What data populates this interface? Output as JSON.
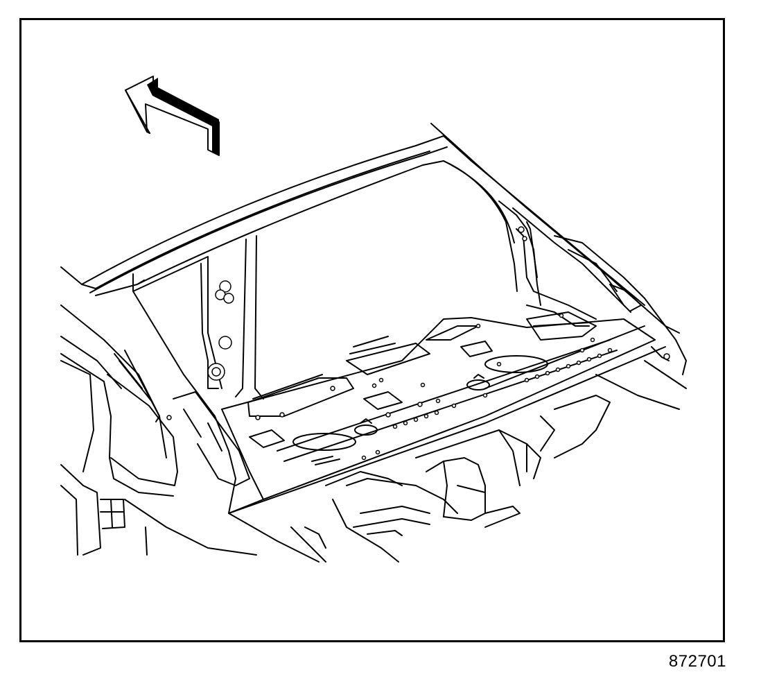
{
  "figure": {
    "number": "872701",
    "line_color": "#000000",
    "background_color": "#ffffff"
  },
  "icons": {
    "direction_arrow": "forward-arrow-icon"
  },
  "components": [
    {
      "name": "rear-window-opening"
    },
    {
      "name": "roof-rail"
    },
    {
      "name": "left-quarter-inner-panel"
    },
    {
      "name": "right-quarter-inner-panel"
    },
    {
      "name": "rear-shelf-panel"
    },
    {
      "name": "rear-compartment-floor"
    }
  ]
}
